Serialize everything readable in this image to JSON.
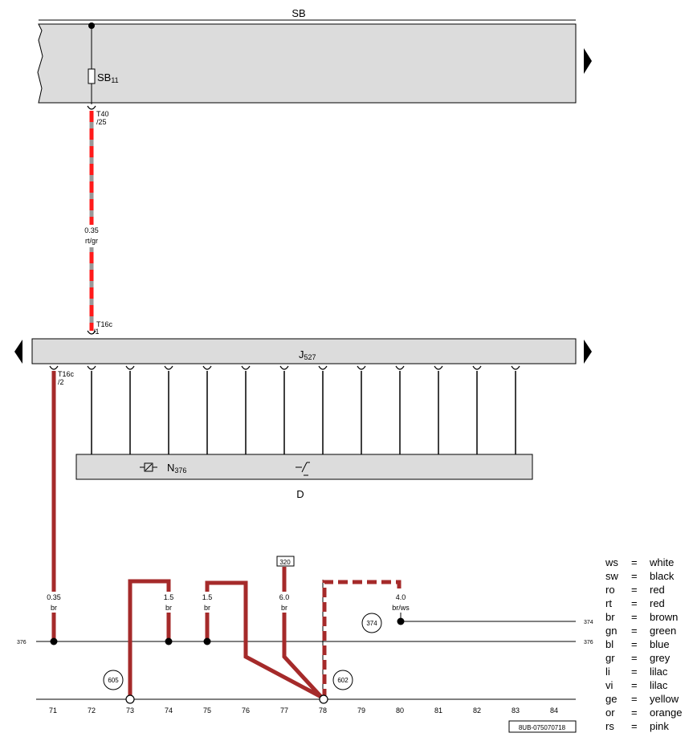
{
  "labels": {
    "sb": "SB",
    "fuse_main": "SB",
    "fuse_sub": "11",
    "t40_line1": "T40",
    "t40_line2": "/25",
    "wire1_size": "0.35",
    "wire1_color": "rt/gr",
    "t16c_line1": "T16c",
    "t16c_line2": "/1",
    "j527_main": "J",
    "j527_sub": "527",
    "t16c2_line1": "T16c",
    "t16c2_line2": "/2",
    "n376_main": "N",
    "n376_sub": "376",
    "d_label": "D",
    "ref_320": "320",
    "wire_71_size": "0.35",
    "wire_71_color": "br",
    "wire_74_size": "1.5",
    "wire_74_color": "br",
    "wire_75_size": "1.5",
    "wire_75_color": "br",
    "wire_77_size": "6.0",
    "wire_77_color": "br",
    "wire_80_size": "4.0",
    "wire_80_color": "br/ws",
    "circle_374": "374",
    "circle_605": "605",
    "circle_602": "602",
    "line_374_ref": "374",
    "line_376_left": "376",
    "line_376_right": "376",
    "doc_code": "8UB-075070718"
  },
  "grid_numbers": [
    "71",
    "72",
    "73",
    "74",
    "75",
    "76",
    "77",
    "78",
    "79",
    "80",
    "81",
    "82",
    "83",
    "84"
  ],
  "legend": [
    {
      "code": "ws",
      "eq": "=",
      "name": "white"
    },
    {
      "code": "sw",
      "eq": "=",
      "name": "black"
    },
    {
      "code": "ro",
      "eq": "=",
      "name": "red"
    },
    {
      "code": "rt",
      "eq": "=",
      "name": "red"
    },
    {
      "code": "br",
      "eq": "=",
      "name": "brown"
    },
    {
      "code": "gn",
      "eq": "=",
      "name": "green"
    },
    {
      "code": "bl",
      "eq": "=",
      "name": "blue"
    },
    {
      "code": "gr",
      "eq": "=",
      "name": "grey"
    },
    {
      "code": "li",
      "eq": "=",
      "name": "lilac"
    },
    {
      "code": "vi",
      "eq": "=",
      "name": "lilac"
    },
    {
      "code": "ge",
      "eq": "=",
      "name": "yellow"
    },
    {
      "code": "or",
      "eq": "=",
      "name": "orange"
    },
    {
      "code": "rs",
      "eq": "=",
      "name": "pink"
    }
  ],
  "colors": {
    "wire_brown": "#a52a2a",
    "wire_red": "#ff1a1a",
    "wire_grey": "#999999",
    "box_fill": "#dcdcdc"
  }
}
